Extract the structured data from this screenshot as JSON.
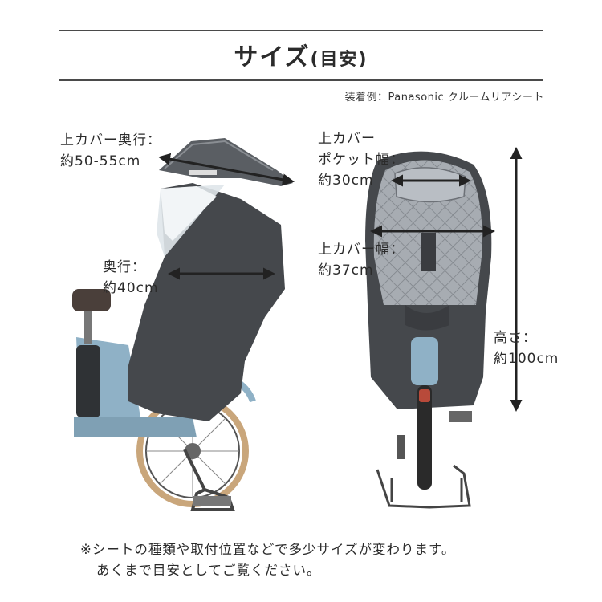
{
  "header": {
    "title_main": "サイズ",
    "title_sub": "(目安)",
    "example": "装着例：Panasonic クルームリアシート"
  },
  "measurements": {
    "top_cover_depth": {
      "label": "上カバー奥行：",
      "value": "約50-55cm"
    },
    "depth": {
      "label": "奥行：",
      "value": "約40cm"
    },
    "pocket_width": {
      "label_line1": "上カバー",
      "label_line2": "ポケット幅：",
      "value": "約30cm"
    },
    "top_cover_width": {
      "label": "上カバー幅：",
      "value": "約37cm"
    },
    "height": {
      "label": "高さ：",
      "value": "約100cm"
    }
  },
  "footnote": {
    "line1": "※シートの種類や取付位置などで多少サイズが変わります。",
    "line2": "あくまで目安としてご覧ください。"
  },
  "colors": {
    "rule": "#4a4a4a",
    "cover": "#45484c",
    "quilt": "#a7acb2",
    "frame": "#8fb1c6",
    "tire": "#c9a67b",
    "arrow": "#222222"
  }
}
